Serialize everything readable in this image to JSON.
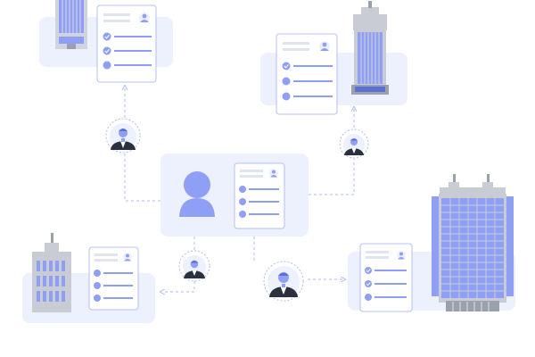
{
  "colors": {
    "accent": "#8f9ff5",
    "accent_dark": "#5b6fd6",
    "panel": "#edf1fd",
    "card_border": "#b4c0f5",
    "line": "#aebbf3",
    "text_line": "#dfe4ef",
    "building_gray": "#c9ccd4",
    "suit_dark": "#2b3040"
  },
  "icons": {
    "central_profile": "user-silhouette-icon",
    "agent": "businessman-avatar-icon",
    "document": "profile-document-icon",
    "check": "checkmark-icon",
    "building": "office-building-icon"
  },
  "nodes": {
    "central": "central-profile-card",
    "cards": [
      "top-left-office-card",
      "top-right-office-card",
      "bottom-left-office-card",
      "bottom-right-office-card"
    ],
    "agents": [
      "agent-top-left",
      "agent-top-right",
      "agent-bottom-left",
      "agent-bottom-right"
    ]
  }
}
